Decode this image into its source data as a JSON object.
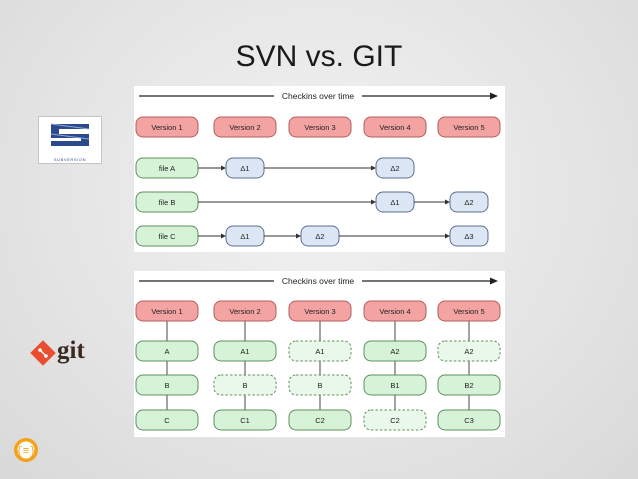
{
  "title": "SVN vs. GIT",
  "timeline_label": "Checkins over time",
  "versions": [
    "Version 1",
    "Version 2",
    "Version 3",
    "Version 4",
    "Version 5"
  ],
  "svn": {
    "files": [
      {
        "name": "file A",
        "deltas": [
          {
            "col": 1,
            "label": "Δ1"
          },
          {
            "col": 3,
            "label": "Δ2"
          }
        ]
      },
      {
        "name": "file B",
        "deltas": [
          {
            "col": 3,
            "label": "Δ1"
          },
          {
            "col": 4,
            "label": "Δ2"
          }
        ]
      },
      {
        "name": "file C",
        "deltas": [
          {
            "col": 1,
            "label": "Δ1"
          },
          {
            "col": 2,
            "label": "Δ2"
          },
          {
            "col": 4,
            "label": "Δ3"
          }
        ]
      }
    ],
    "logo_text": "SUBVERSION"
  },
  "git": {
    "rows": [
      [
        {
          "label": "A",
          "dashed": false
        },
        {
          "label": "A1",
          "dashed": false
        },
        {
          "label": "A1",
          "dashed": true
        },
        {
          "label": "A2",
          "dashed": false
        },
        {
          "label": "A2",
          "dashed": true
        }
      ],
      [
        {
          "label": "B",
          "dashed": false
        },
        {
          "label": "B",
          "dashed": true
        },
        {
          "label": "B",
          "dashed": true
        },
        {
          "label": "B1",
          "dashed": false
        },
        {
          "label": "B2",
          "dashed": false
        }
      ],
      [
        {
          "label": "C",
          "dashed": false
        },
        {
          "label": "C1",
          "dashed": false
        },
        {
          "label": "C2",
          "dashed": false
        },
        {
          "label": "C2",
          "dashed": true
        },
        {
          "label": "C3",
          "dashed": false
        }
      ]
    ],
    "logo_text": "git"
  },
  "colors": {
    "version_fill": "#f4a3a3",
    "version_stroke": "#b25d5d",
    "file_fill": "#d7f3d7",
    "file_stroke": "#5d8f5d",
    "delta_fill": "#dce6f4",
    "delta_stroke": "#5c6f8c",
    "git_logo_red": "#e94e31",
    "svn_blue": "#2a4a8c"
  }
}
